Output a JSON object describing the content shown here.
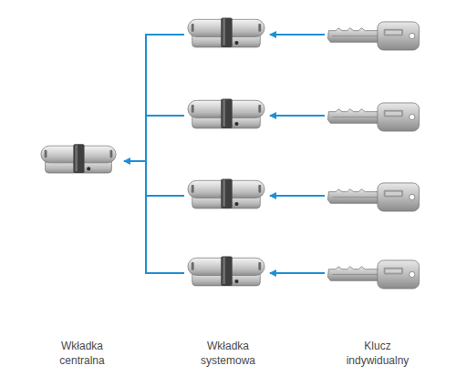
{
  "diagram": {
    "labels": [
      "Wkładka centralna",
      "Wkładka systemowa",
      "Klucz indywidualny"
    ]
  }
}
